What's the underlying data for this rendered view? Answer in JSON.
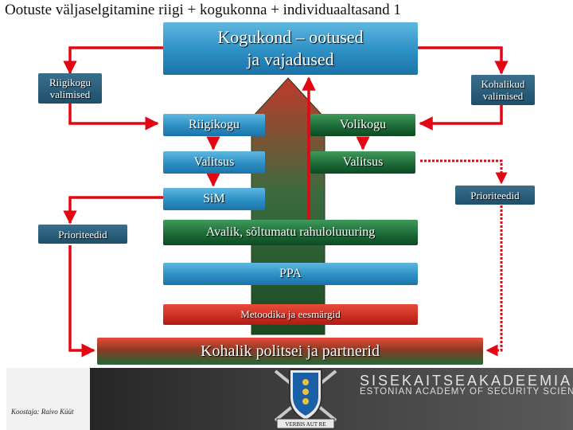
{
  "title": "Ootuste väljaselgitamine riigi + kogukonna + individuaaltasand 1",
  "diagram": {
    "community_line1": "Kogukond – ootused",
    "community_line2": "ja vajadused",
    "state_elections_line1": "Riigikogu",
    "state_elections_line2": "valimised",
    "local_elections_line1": "Kohalikud",
    "local_elections_line2": "valimised",
    "riigikogu": "Riigikogu",
    "volikogu": "Volikogu",
    "valitsus_left": "Valitsus",
    "valitsus_right": "Valitsus",
    "sim": "SiM",
    "priorities_left": "Prioriteedid",
    "priorities_right": "Prioriteedid",
    "survey": "Avalik, sõltumatu rahuloluuuring",
    "ppa": "PPA",
    "methodology": "Metoodika ja eesmärgid",
    "police": "Kohalik politsei ja partnerid"
  },
  "footer": {
    "author": "Koostaja: Raivo Küüt",
    "motto": "VERBIS AUT RE",
    "academy_et": "SISEKAITSEAKADEEMIA",
    "academy_en": "ESTONIAN ACADEMY OF SECURITY SCIENCES"
  },
  "colors": {
    "arrow_red": "#e30613",
    "box_blue": "#2c8fc4",
    "box_green": "#1d6b38"
  }
}
